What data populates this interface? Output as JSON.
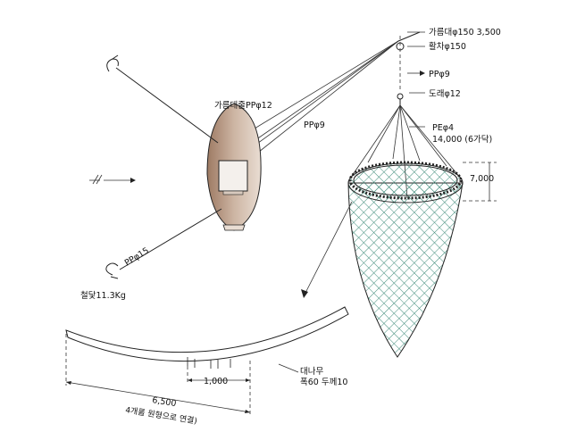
{
  "labels": {
    "boom": "가름대φ150  3,500",
    "pulley": "활차φ150",
    "rope_top": "PPφ9",
    "swivel": "도래φ12",
    "bridle": "PEφ4",
    "bridle_len": "14,000 (6가닥)",
    "net_depth": "7,000",
    "boat_line": "가름대줄PPφ12",
    "boat_rope": "PPφ9",
    "anchor_rope": "PPφ15",
    "anchor": "철닻11.3Kg",
    "bamboo": "대나무",
    "bamboo_size": "폭60  두께10",
    "seg_len": "1,000",
    "total_len": "6,500",
    "ring_note": "4개를 원형으로 연결)"
  },
  "colors": {
    "boat": "#b89a84",
    "net": "#3c8a78",
    "ink": "#222222"
  }
}
